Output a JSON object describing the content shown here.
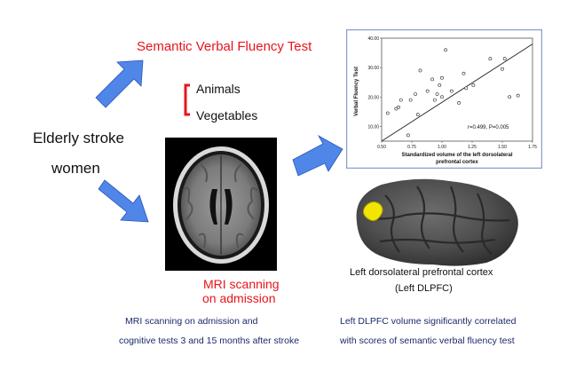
{
  "texts": {
    "semantic_title": "Semantic Verbal Fluency Test",
    "animals": "Animals",
    "vegetables": "Vegetables",
    "elderly_line1": "Elderly stroke",
    "elderly_line2": "women",
    "mri_line1": "MRI scanning",
    "mri_line2": "on admission",
    "bottom_left_1": "MRI scanning on admission and",
    "bottom_left_2": "cognitive tests 3 and 15 months after stroke",
    "bottom_right_1": "Left DLPFC volume significantly correlated",
    "bottom_right_2": "with scores of semantic verbal fluency test",
    "dlpfc_caption_1": "Left dorsolateral prefrontal cortex",
    "dlpfc_caption_2": "(Left DLPFC)"
  },
  "colors": {
    "red": "#e8141b",
    "navy": "#1b2a6b",
    "arrow": "#4f86e8",
    "highlight": "#f2e600"
  },
  "chart_data": {
    "type": "scatter",
    "xlabel": "Standardized volume of the left dorsolateral prefrontal cortex",
    "ylabel": "Verbal Fluency Test",
    "xlim": [
      0.5,
      1.75
    ],
    "ylim": [
      5,
      40
    ],
    "xticks": [
      "0.50",
      "0.75",
      "1.00",
      "1.25",
      "1.50",
      "1.75"
    ],
    "yticks": [
      "10.00",
      "20.00",
      "30.00",
      "40.00"
    ],
    "annotation": "r=0.499, P=0.005",
    "grid": false,
    "points": [
      {
        "x": 0.55,
        "y": 14.5
      },
      {
        "x": 0.62,
        "y": 16
      },
      {
        "x": 0.64,
        "y": 16.5
      },
      {
        "x": 0.66,
        "y": 19
      },
      {
        "x": 0.72,
        "y": 7
      },
      {
        "x": 0.74,
        "y": 19
      },
      {
        "x": 0.78,
        "y": 21
      },
      {
        "x": 0.8,
        "y": 14
      },
      {
        "x": 0.82,
        "y": 29
      },
      {
        "x": 0.88,
        "y": 22
      },
      {
        "x": 0.92,
        "y": 26
      },
      {
        "x": 0.94,
        "y": 19
      },
      {
        "x": 0.96,
        "y": 21
      },
      {
        "x": 0.98,
        "y": 24
      },
      {
        "x": 1.0,
        "y": 26.5
      },
      {
        "x": 1.0,
        "y": 20
      },
      {
        "x": 1.03,
        "y": 36
      },
      {
        "x": 1.08,
        "y": 22
      },
      {
        "x": 1.14,
        "y": 18
      },
      {
        "x": 1.18,
        "y": 28
      },
      {
        "x": 1.2,
        "y": 23
      },
      {
        "x": 1.26,
        "y": 24
      },
      {
        "x": 1.4,
        "y": 33
      },
      {
        "x": 1.5,
        "y": 29.5
      },
      {
        "x": 1.52,
        "y": 33
      },
      {
        "x": 1.56,
        "y": 20
      },
      {
        "x": 1.63,
        "y": 20.5
      }
    ],
    "fit_line": [
      {
        "x": 0.5,
        "y": 5
      },
      {
        "x": 1.75,
        "y": 38
      }
    ]
  }
}
